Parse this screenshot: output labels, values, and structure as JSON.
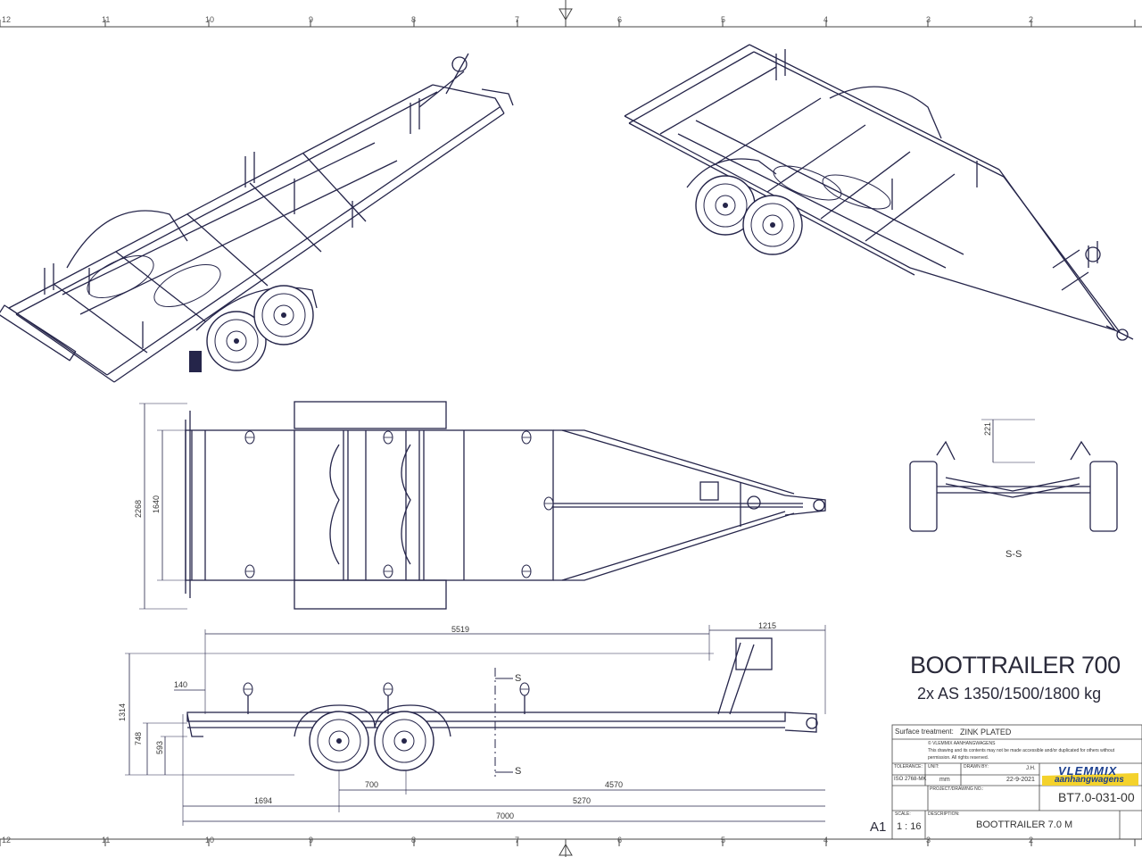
{
  "zones_top": [
    "12",
    "11",
    "10",
    "9",
    "8",
    "7",
    "6",
    "5",
    "4",
    "3",
    "2"
  ],
  "zones_bottom": [
    "12",
    "11",
    "10",
    "9",
    "8",
    "7",
    "6",
    "5",
    "4",
    "3",
    "2"
  ],
  "title": {
    "main": "BOOTTRAILER 700",
    "sub": "2x AS 1350/1500/1800 kg"
  },
  "section": {
    "label": "S-S",
    "cut_letter": "S",
    "height_dim": "221"
  },
  "plan_dims": {
    "overall_width": "2268",
    "inner_width": "1640"
  },
  "side_dims": {
    "d5519": "5519",
    "d1215": "1215",
    "d140": "140",
    "d1314": "1314",
    "d748": "748",
    "d593": "593",
    "d700": "700",
    "d4570": "4570",
    "d1694": "1694",
    "d5270": "5270",
    "d7000": "7000"
  },
  "title_block": {
    "surface_label": "Surface treatment:",
    "surface_value": "ZINK PLATED",
    "copyright_1": "© VLEMMIX AANHANGWAGENS",
    "copyright_2": "This drawing and its contents may not be made accessible and/or duplicated for others without",
    "copyright_3": "permission. All rights reserved.",
    "tolerance_label": "TOLERANCE:",
    "tolerance_value": "ISO 2768-MK",
    "unit_label": "UNIT:",
    "unit_value": "mm",
    "drawn_label": "DRAWN BY:",
    "drawn_value": "J.H.",
    "date_value": "22-9-2021",
    "project_label": "PROJECT/DRAWING NO.:",
    "project_value": "BT7.0-031-00",
    "scale_label": "SCALE:",
    "scale_value": "1 : 16",
    "description_label": "DESCRIPTION:",
    "description_value": "BOOTTRAILER 7.0 M",
    "sheet_size": "A1",
    "brand": "VLEMMIX",
    "brand_sub": "aanhangwagens"
  },
  "colors": {
    "line": "#25254a",
    "brand_blue": "#1b3f8f",
    "brand_yellow": "#f4d22c"
  }
}
